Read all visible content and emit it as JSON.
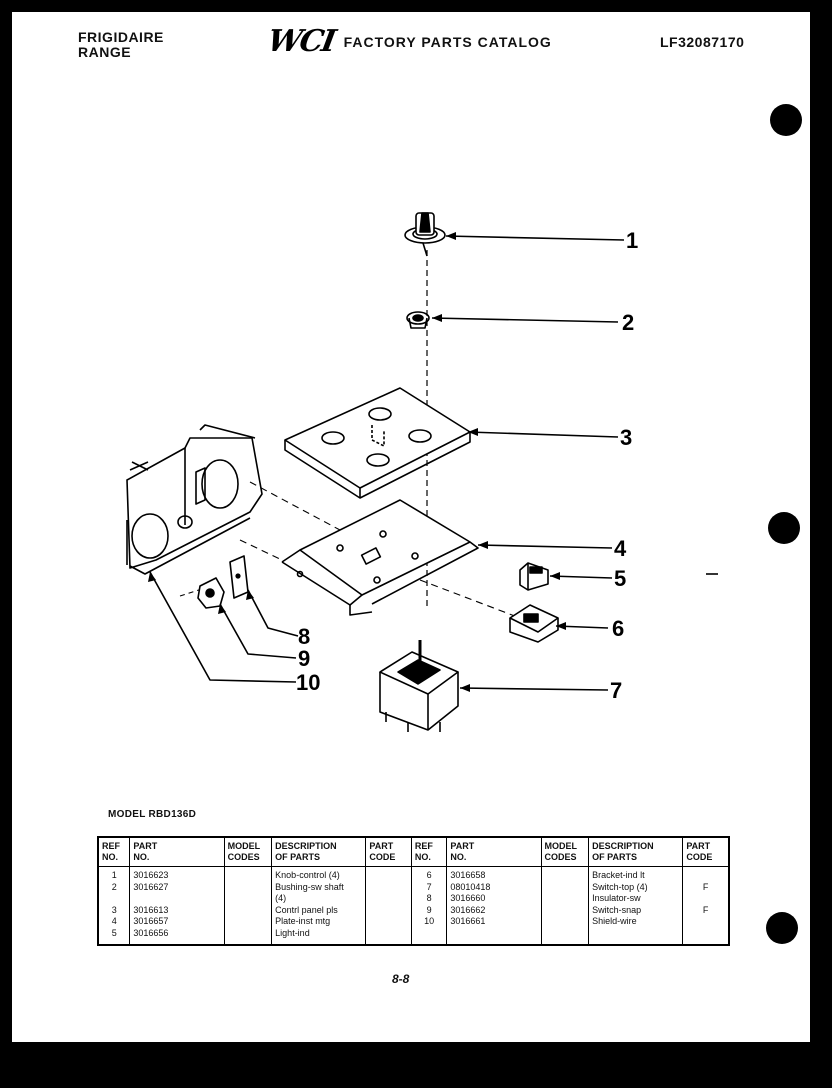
{
  "header": {
    "brand_line1": "FRIGIDAIRE",
    "brand_line2": "RANGE",
    "logo": "WCI",
    "catalog_title": "FACTORY PARTS CATALOG",
    "catalog_number": "LF32087170"
  },
  "diagram": {
    "callouts": [
      "1",
      "2",
      "3",
      "4",
      "5",
      "6",
      "7",
      "8",
      "9",
      "10"
    ]
  },
  "model_label": "MODEL RBD136D",
  "table": {
    "headers": {
      "ref": "REF\nNO.",
      "part": "PART\nNO.",
      "model": "MODEL\nCODES",
      "desc": "DESCRIPTION\nOF PARTS",
      "code": "PART\nCODE",
      "ref2": "REF\nNO.",
      "part2": "PART\nNO.",
      "model2": "MODEL\nCODES",
      "desc2": "DESCRIPTION\nOF PARTS",
      "code2": "PART\nCODE"
    },
    "left": {
      "refs": "1\n2\n\n3\n4\n5",
      "parts": "3016623\n3016627\n\n3016613\n3016657\n3016656",
      "models": "",
      "descs": "Knob-control (4)\nBushing-sw shaft\n(4)\nContrl panel pls\nPlate-inst mtg\nLight-ind",
      "codes": ""
    },
    "right": {
      "refs": "6\n7\n8\n9\n10",
      "parts": "3016658\n08010418\n3016660\n3016662\n3016661",
      "models": "",
      "descs": "Bracket-ind lt\nSwitch-top (4)\nInsulator-sw\nSwitch-snap\nShield-wire",
      "codes": "\nF\n\nF\n"
    }
  },
  "page_number": "8-8"
}
